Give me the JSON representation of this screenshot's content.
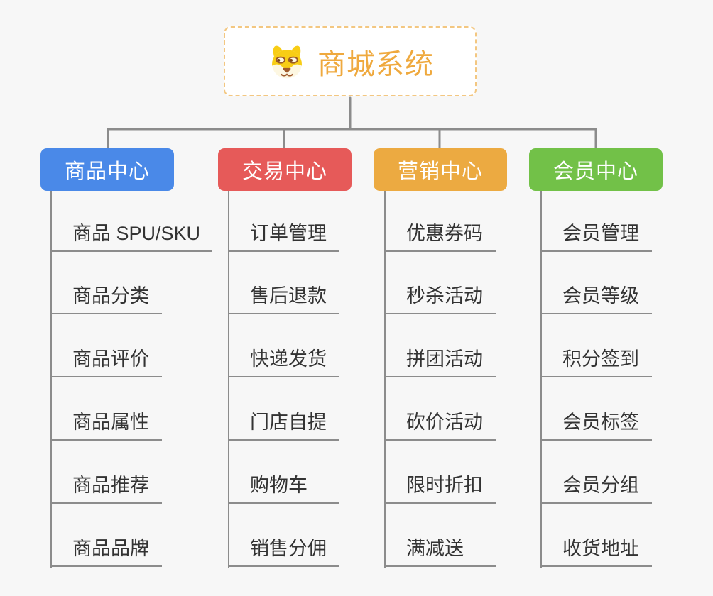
{
  "canvas": {
    "background_color": "#f7f7f7",
    "connector_color": "#8c8c8c"
  },
  "root": {
    "title": "商城系统",
    "icon": "dog-face-icon",
    "text_color": "#efa93e",
    "border_color": "#f3c781"
  },
  "branches": [
    {
      "label": "商品中心",
      "color": "#4a89e8",
      "children": [
        "商品 SPU/SKU",
        "商品分类",
        "商品评价",
        "商品属性",
        "商品推荐",
        "商品品牌"
      ]
    },
    {
      "label": "交易中心",
      "color": "#e65a59",
      "children": [
        "订单管理",
        "售后退款",
        "快递发货",
        "门店自提",
        "购物车",
        "销售分佣"
      ]
    },
    {
      "label": "营销中心",
      "color": "#ecaa41",
      "children": [
        "优惠券码",
        "秒杀活动",
        "拼团活动",
        "砍价活动",
        "限时折扣",
        "满减送"
      ]
    },
    {
      "label": "会员中心",
      "color": "#72c148",
      "children": [
        "会员管理",
        "会员等级",
        "积分签到",
        "会员标签",
        "会员分组",
        "收货地址"
      ]
    }
  ]
}
